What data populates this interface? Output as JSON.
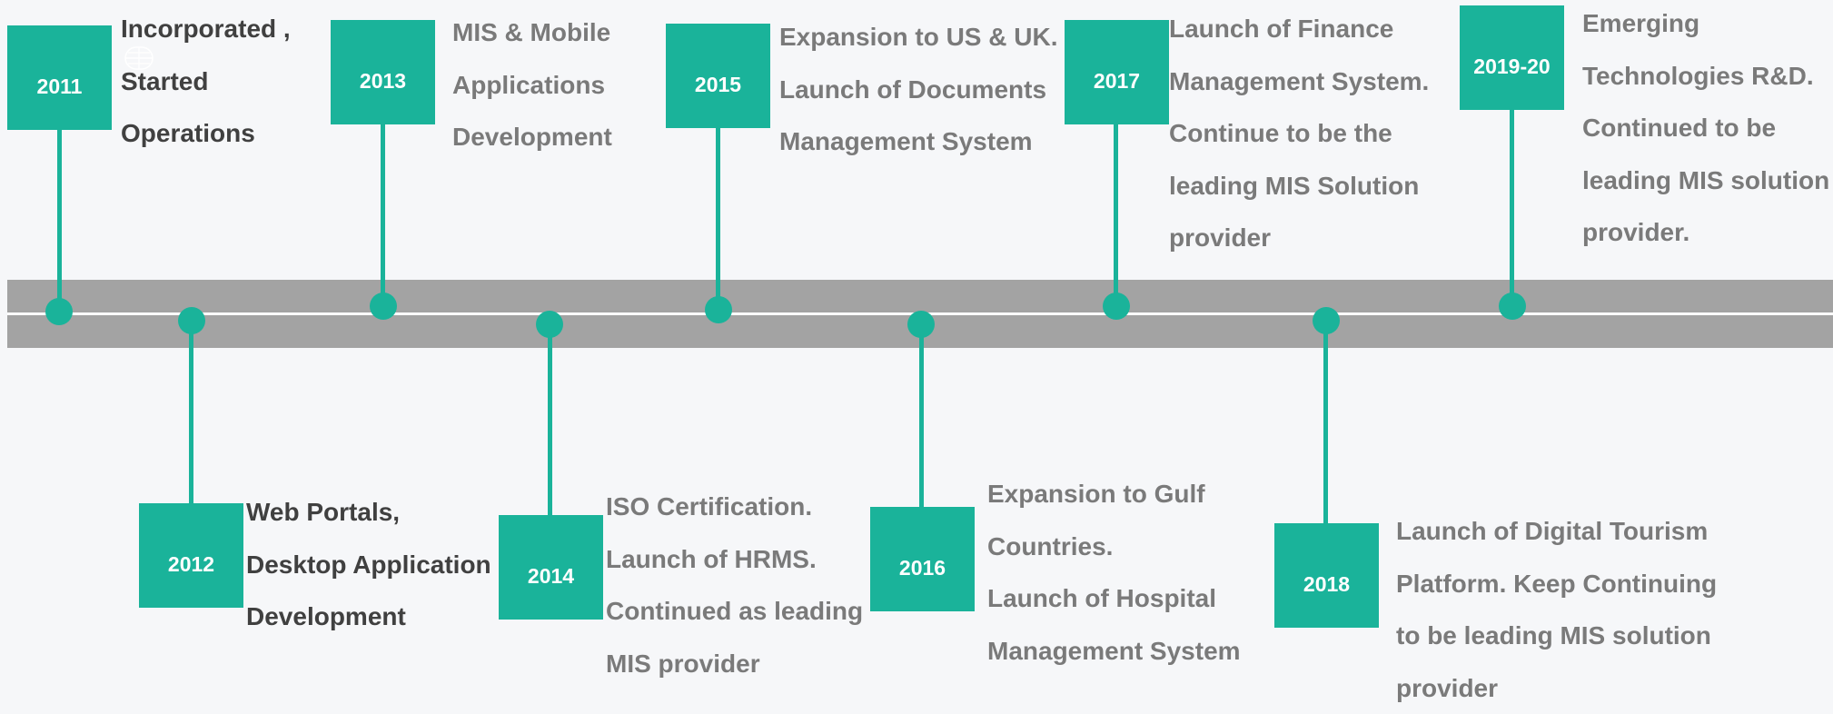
{
  "milestones": [
    {
      "year": "2011",
      "lines": [
        "Incorporated ,",
        "Started",
        "Operations"
      ]
    },
    {
      "year": "2012",
      "lines": [
        "Web Portals,",
        "Desktop Application",
        "Development"
      ]
    },
    {
      "year": "2013",
      "lines": [
        "MIS & Mobile",
        "Applications",
        "Development"
      ]
    },
    {
      "year": "2014",
      "lines": [
        "ISO Certification.",
        "Launch of HRMS.",
        "Continued as leading",
        "MIS provider"
      ]
    },
    {
      "year": "2015",
      "lines": [
        "Expansion to US & UK.",
        "Launch of Documents",
        "Management System"
      ]
    },
    {
      "year": "2016",
      "lines": [
        "Expansion to Gulf",
        "Countries.",
        "Launch of Hospital",
        "Management System"
      ]
    },
    {
      "year": "2017",
      "lines": [
        "Launch of Finance",
        "Management System.",
        "Continue to be the",
        "leading MIS Solution",
        "provider"
      ]
    },
    {
      "year": "2018",
      "lines": [
        "Launch of  Digital Tourism",
        "Platform. Keep Continuing",
        "to be leading MIS solution",
        "provider"
      ]
    },
    {
      "year": "2019-20",
      "lines": [
        "Emerging",
        "Technologies R&D.",
        "Continued to be",
        "leading MIS solution",
        "provider."
      ]
    }
  ],
  "colors": {
    "accent": "#1ab39a",
    "band": "#a3a3a3",
    "text": "#7a7a7a",
    "text_dark": "#404040"
  }
}
